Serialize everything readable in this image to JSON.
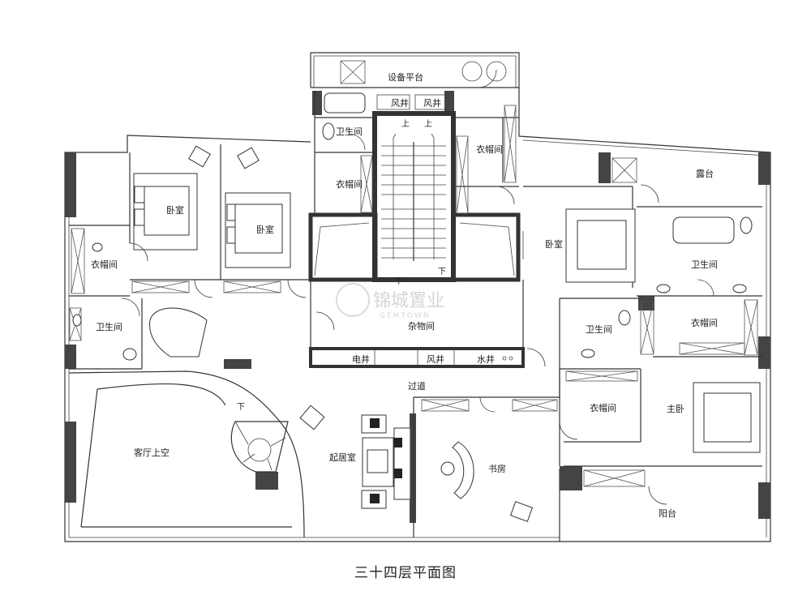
{
  "title": "三十四层平面图",
  "watermark": {
    "main": "锦城置业",
    "sub": "GEMTOWN"
  },
  "rooms": {
    "equipment_platform": "设备平台",
    "air_shaft_1": "风井",
    "air_shaft_2": "风井",
    "bath_upper": "卫生间",
    "closet_upper_right": "衣帽间",
    "closet_upper_left": "衣帽间",
    "bedroom_1": "卧室",
    "bedroom_2": "卧室",
    "closet_left": "衣帽间",
    "bath_left": "卫生间",
    "storage": "杂物间",
    "elec_shaft": "电井",
    "air_shaft_3": "风井",
    "water_shaft": "水井",
    "bedroom_right": "卧室",
    "terrace": "露台",
    "bath_right": "卫生间",
    "closet_right": "衣帽间",
    "bath_mid": "卫生间",
    "corridor": "过道",
    "closet_mid": "衣帽间",
    "master_bedroom": "主卧",
    "living_void": "客厅上空",
    "family_room": "起居室",
    "study": "书房",
    "balcony": "阳台"
  },
  "stair_marks": {
    "up_1": "上",
    "up_2": "上",
    "down_1": "下",
    "down_2": "下",
    "down_spiral": "下"
  }
}
